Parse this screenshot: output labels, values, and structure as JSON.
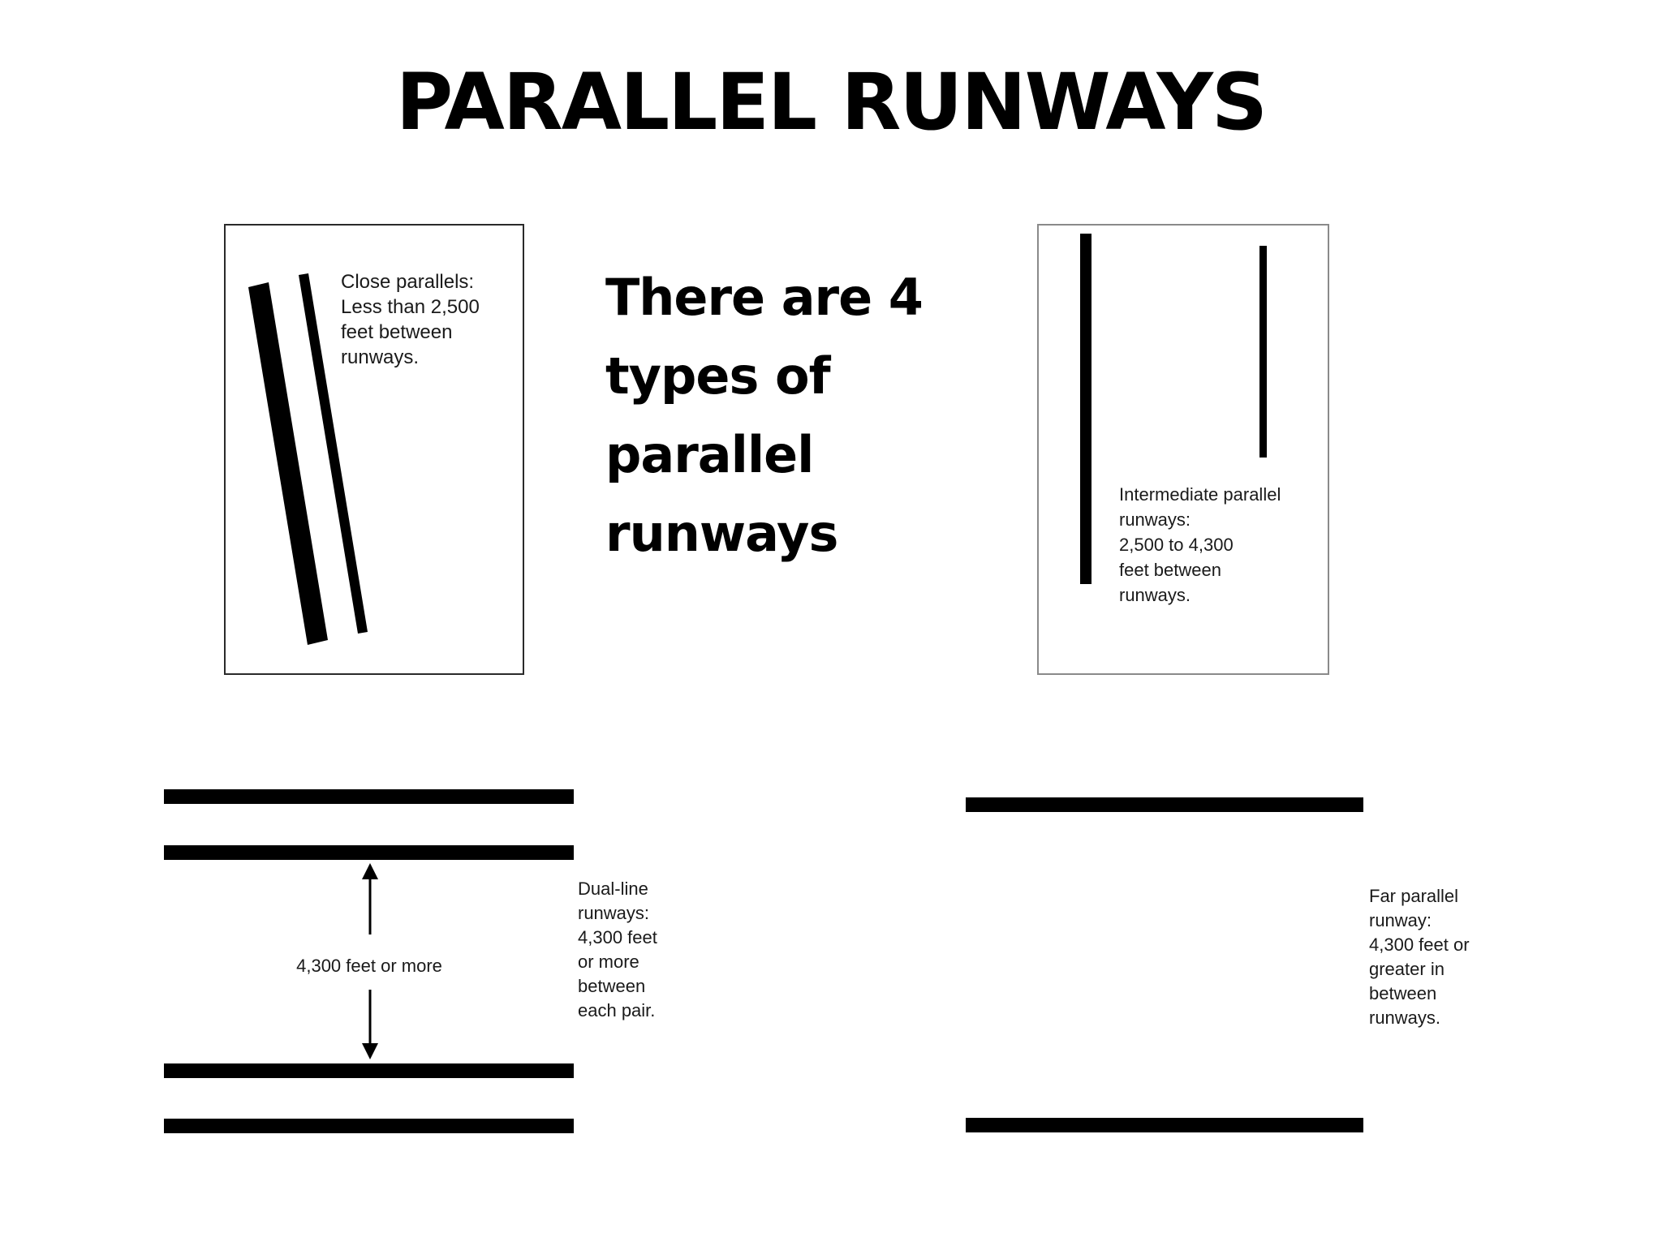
{
  "title": "PARALLEL RUNWAYS",
  "intro": "There are 4\ntypes of\nparallel\nrunways",
  "panels": {
    "close": {
      "label": "Close parallels:\nLess than 2,500\nfeet between\nrunways."
    },
    "intermediate": {
      "label": "Intermediate parallel\nrunways:\n2,500 to 4,300\nfeet between\nrunways."
    },
    "dual_line": {
      "label": "Dual-line\nrunways:\n4,300 feet\nor more\nbetween\neach pair.",
      "gap_label": "4,300 feet or more"
    },
    "far": {
      "label": "Far parallel\nrunway:\n4,300 feet or\ngreater in\nbetween\nrunways."
    }
  }
}
